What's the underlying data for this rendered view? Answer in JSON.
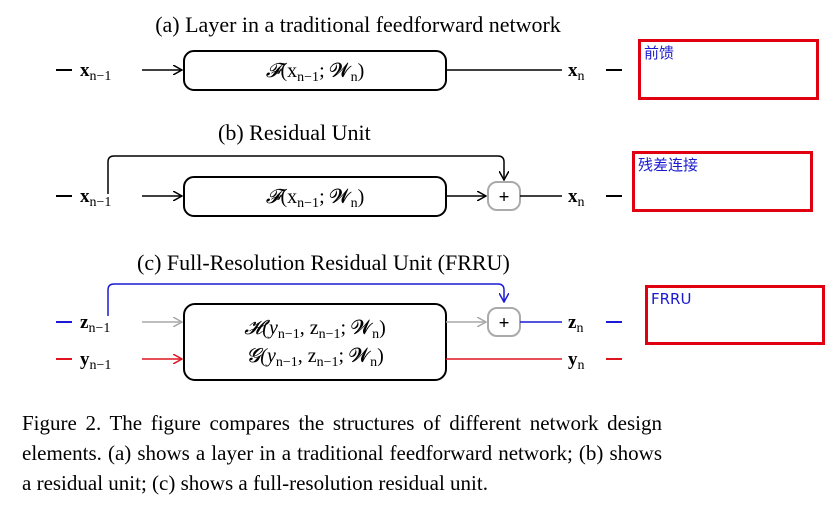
{
  "panels": {
    "a": {
      "title": "(a) Layer in a traditional feedforward network",
      "input": "x",
      "input_sub": "n−1",
      "output": "x",
      "output_sub": "n",
      "func_name": "𝓕",
      "func_args": "(x",
      "func_args_sub": "n−1",
      "func_args_rest": "; 𝓦",
      "func_args_rest_sub": "n",
      "func_close": ")"
    },
    "b": {
      "title": "(b) Residual Unit",
      "input": "x",
      "input_sub": "n−1",
      "output": "x",
      "output_sub": "n",
      "func_name": "𝓕",
      "func_args": "(x",
      "func_args_sub": "n−1",
      "func_args_rest": "; 𝓦",
      "func_args_rest_sub": "n",
      "func_close": ")",
      "plus": "+"
    },
    "c": {
      "title": "(c) Full-Resolution Residual Unit (FRRU)",
      "input_z": "z",
      "input_z_sub": "n−1",
      "input_y": "y",
      "input_y_sub": "n−1",
      "output_z": "z",
      "output_z_sub": "n",
      "output_y": "y",
      "output_y_sub": "n",
      "h_line": "𝓗(y",
      "h_line_s1": "n−1",
      "h_line_m": ", z",
      "h_line_s2": "n−1",
      "h_line_e": "; 𝓦",
      "h_line_s3": "n",
      "h_close": ")",
      "g_line": "𝓖(y",
      "g_line_s1": "n−1",
      "g_line_m": ", z",
      "g_line_s2": "n−1",
      "g_line_e": "; 𝓦",
      "g_line_s3": "n",
      "g_close": ")",
      "plus": "+"
    }
  },
  "caption": "Figure 2. The figure compares the structures of different network design elements. (a) shows a layer in a traditional feedforward network; (b) shows a residual unit; (c) shows a full-resolution residual unit.",
  "annotations": {
    "feedforward": "前馈",
    "residual": "残差连接",
    "frru": "FRRU"
  },
  "colors": {
    "blue_stream": "#1a1ad8",
    "red_stream": "#e0141e",
    "gray_arrow": "#a8a8a8",
    "annotation_border": "#e0000f",
    "annotation_text": "#1a1ad0"
  }
}
